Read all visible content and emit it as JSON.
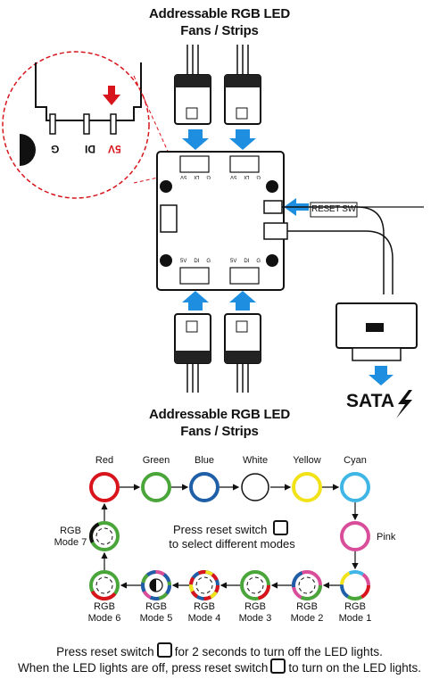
{
  "top_heading": [
    "Addressable RGB LED",
    "Fans / Strips"
  ],
  "bottom_heading": [
    "Addressable RGB LED",
    "Fans / Strips"
  ],
  "pin_labels": {
    "ground": "G",
    "data": "DI",
    "power": "5V"
  },
  "header_pin_labels": [
    "G",
    "DI",
    "5V"
  ],
  "reset_label": "RESET SW",
  "sata_label": "SATA",
  "colors": {
    "arrow_blue": "#1e8fe0",
    "red": "#d8141c",
    "green": "#4aa63a",
    "blue": "#1f5fa8",
    "yellow": "#f1e21a",
    "cyan": "#3fb6e6",
    "pink": "#d94e9b"
  },
  "color_cycle": [
    {
      "label": "Red",
      "color": "#d8141c"
    },
    {
      "label": "Green",
      "color": "#4aa63a"
    },
    {
      "label": "Blue",
      "color": "#1f5fa8"
    },
    {
      "label": "White",
      "color": "#ffffff"
    },
    {
      "label": "Yellow",
      "color": "#f1e21a"
    },
    {
      "label": "Cyan",
      "color": "#3fb6e6"
    },
    {
      "label": "Pink",
      "color": "#d94e9b"
    }
  ],
  "modes": [
    {
      "line1": "RGB",
      "line2": "Mode 1"
    },
    {
      "line1": "RGB",
      "line2": "Mode 2"
    },
    {
      "line1": "RGB",
      "line2": "Mode 3"
    },
    {
      "line1": "RGB",
      "line2": "Mode 4"
    },
    {
      "line1": "RGB",
      "line2": "Mode 5"
    },
    {
      "line1": "RGB",
      "line2": "Mode 6"
    },
    {
      "line1": "RGB",
      "line2": "Mode 7"
    }
  ],
  "center_text": [
    "Press reset switch",
    "to select different modes"
  ],
  "footer": {
    "line1_before": "Press reset switch",
    "line1_after": "for 2 seconds to turn off the LED lights.",
    "line2_before": "When the LED lights are off, press reset switch",
    "line2_after": "to turn on the LED lights."
  }
}
